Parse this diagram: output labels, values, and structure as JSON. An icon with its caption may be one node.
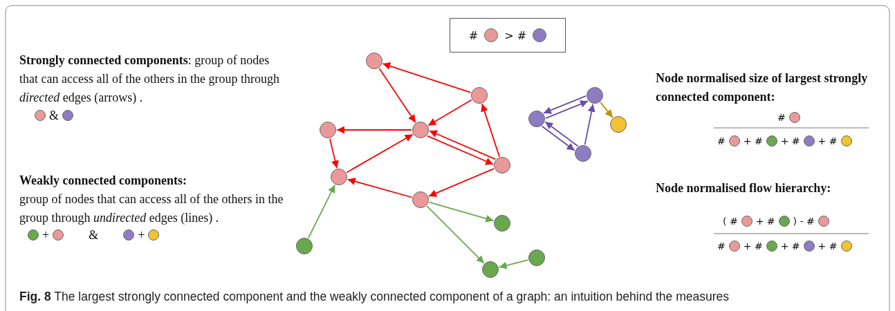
{
  "diagram": {
    "caption": "**Fig. 8** The largest strongly connected component and the weakly connected component of a graph: an intuition behind the measures",
    "nodes": [
      {
        "text": [
          "#",
          "> #"
        ]
      },
      {
        "text": [],
        "shape": "circle"
      },
      {
        "text": [],
        "shape": "circle"
      },
      {
        "text": [],
        "shape": "circle"
      },
      {
        "text": [],
        "shape": "circle"
      },
      {
        "text": [],
        "shape": "circle"
      },
      {
        "text": [],
        "shape": "circle"
      },
      {
        "text": [],
        "shape": "circle"
      },
      {
        "text": [],
        "shape": "circle"
      },
      {
        "text": [],
        "shape": "circle"
      },
      {
        "text": [],
        "shape": "circle"
      },
      {
        "text": [],
        "shape": "circle"
      },
      {
        "text": [],
        "shape": "circle"
      },
      {
        "text": [],
        "shape": "circle"
      },
      {
        "text": [],
        "shape": "circle"
      },
      {
        "text": [],
        "shape": "circle"
      }
    ],
    "edges": [
      {
        "from": 2,
        "to": 1,
        "arrow": "to"
      },
      {
        "from": 1,
        "to": 7,
        "arrow": "to"
      },
      {
        "from": 2,
        "to": 7,
        "arrow": "to"
      },
      {
        "from": 7,
        "to": 6,
        "arrow": "to"
      },
      {
        "from": 6,
        "to": 10,
        "arrow": "to"
      },
      {
        "from": 10,
        "to": 7,
        "arrow": "to"
      },
      {
        "from": 7,
        "to": 9,
        "arrow": "to"
      },
      {
        "from": 9,
        "to": 7,
        "arrow": "to"
      },
      {
        "from": 9,
        "to": 2,
        "arrow": "to"
      },
      {
        "from": 9,
        "to": 11,
        "arrow": "to"
      },
      {
        "from": 11,
        "to": 10,
        "arrow": "to"
      },
      {
        "from": 13,
        "to": 10,
        "arrow": "to",
        "color": "#6aa84f"
      },
      {
        "from": 11,
        "to": 12,
        "arrow": "to",
        "color": "#6aa84f"
      },
      {
        "from": 11,
        "to": 15,
        "arrow": "to",
        "color": "#6aa84f"
      },
      {
        "from": 14,
        "to": 15,
        "arrow": "to",
        "color": "#6aa84f"
      },
      {
        "from": 4,
        "to": 3,
        "arrow": "to",
        "color": "#674ea7"
      },
      {
        "from": 3,
        "to": 4,
        "arrow": "to",
        "color": "#674ea7"
      },
      {
        "from": 4,
        "to": 8,
        "arrow": "to",
        "color": "#674ea7"
      },
      {
        "from": 8,
        "to": 4,
        "arrow": "to",
        "color": "#674ea7"
      },
      {
        "from": 8,
        "to": 3,
        "arrow": "to",
        "color": "#674ea7"
      },
      {
        "from": 3,
        "to": 5,
        "arrow": "to",
        "color": "#bf9000"
      }
    ],
    "labels": [
      "**Strongly connected components**: group of nodes that can access all of the others in the group through *directed* edges (arrows) .",
      "&",
      "Weakly connected components:",
      "group of nodes that can access all of the others in the group through *undirected* edges (lines) .",
      "+",
      "&",
      "+",
      "Node normalised size of largest strongly connected component:",
      "#",
      "#",
      "+ #",
      "+ #",
      "+ #",
      "Node normalised flow hierarchy:",
      "( #",
      "+ #",
      ") - #",
      "#",
      "+ #",
      "+ #",
      "+ #"
    ]
  }
}
